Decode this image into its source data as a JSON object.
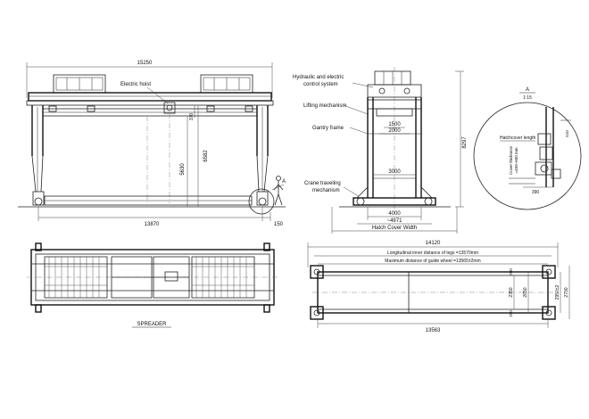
{
  "front_view": {
    "dim_total_span": "15250",
    "dim_rail_span": "13870",
    "dim_overhang": "150",
    "dim_lift_height": "5630",
    "dim_total_height": "6582",
    "dim_hoist_gap": "370",
    "label_hoist": "Electric hoist",
    "section_mark": "A"
  },
  "side_view": {
    "label_hydraulic_line1": "Hydraulic and electric",
    "label_hydraulic_line2": "control system",
    "label_lifting": "Lifting mechanism",
    "label_gantry": "Gantry frame",
    "label_travel_line1": "Crane traveling",
    "label_travel_line2": "mechanism",
    "dim_1500": "1500",
    "dim_2000": "2000",
    "dim_3000": "3000",
    "dim_4000": "4000",
    "dim_4971": "~4971",
    "dim_height": "8297",
    "label_hatch_width": "Hatch Cover Width"
  },
  "detail": {
    "title": "A",
    "scale": "1:15",
    "label_hatchcover_length": "Hatchcover length",
    "label_cover_thickness_line1": "Cover thickness",
    "label_cover_thickness_line2": "=450~600 mm",
    "dim_390": "390"
  },
  "spreader": {
    "label": "SPREADER"
  },
  "plan_view": {
    "dim_overall": "14120",
    "dim_inner_legs": "Longitudinal inner distance of legs =13570mm",
    "dim_guide_wheel": "Maximum distance of guide wheel =13565±2mm",
    "dim_bottom": "13563",
    "dim_2350": "2350",
    "dim_2650": "2650",
    "dim_2950": "2950±2",
    "dim_2700": "2700",
    "dim_200a": "200",
    "dim_200b": "200"
  }
}
